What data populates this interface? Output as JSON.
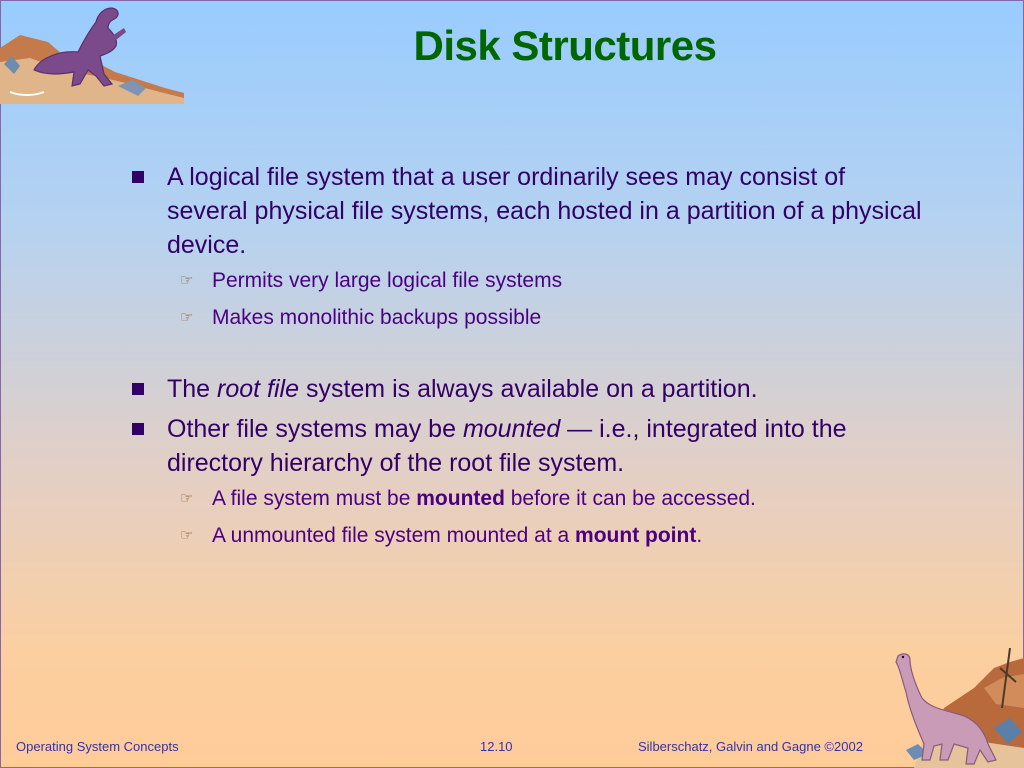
{
  "slide": {
    "title": "Disk Structures",
    "bullets": [
      {
        "text": "A logical file system that a user ordinarily sees may consist of several physical file systems, each hosted in a partition of a physical device.",
        "subs": [
          "Permits very large logical file systems",
          "Makes monolithic backups possible"
        ]
      },
      {
        "pre": "The ",
        "em": "root file",
        "post": " system is always available on a partition."
      },
      {
        "pre": "Other file systems may be ",
        "em": "mounted",
        "post": " — i.e., integrated into the directory hierarchy of the root file system.",
        "subs": [
          {
            "pre": "A file system must be ",
            "strong": "mounted",
            "post": " before it can be accessed."
          },
          {
            "pre": "A unmounted file system mounted at a ",
            "strong": "mount point",
            "post": "."
          }
        ]
      }
    ],
    "sub_marker": "☞",
    "bullet_marker_color": "#330066"
  },
  "footer": {
    "left": "Operating System Concepts",
    "center": "12.10",
    "right": "Silberschatz, Galvin and  Gagne ©2002"
  },
  "colors": {
    "title": "#006600",
    "text": "#330066",
    "footer": "#3333aa"
  },
  "icons": [
    "dinosaur-rock-illustration-top",
    "dinosaur-rock-illustration-bottom"
  ]
}
